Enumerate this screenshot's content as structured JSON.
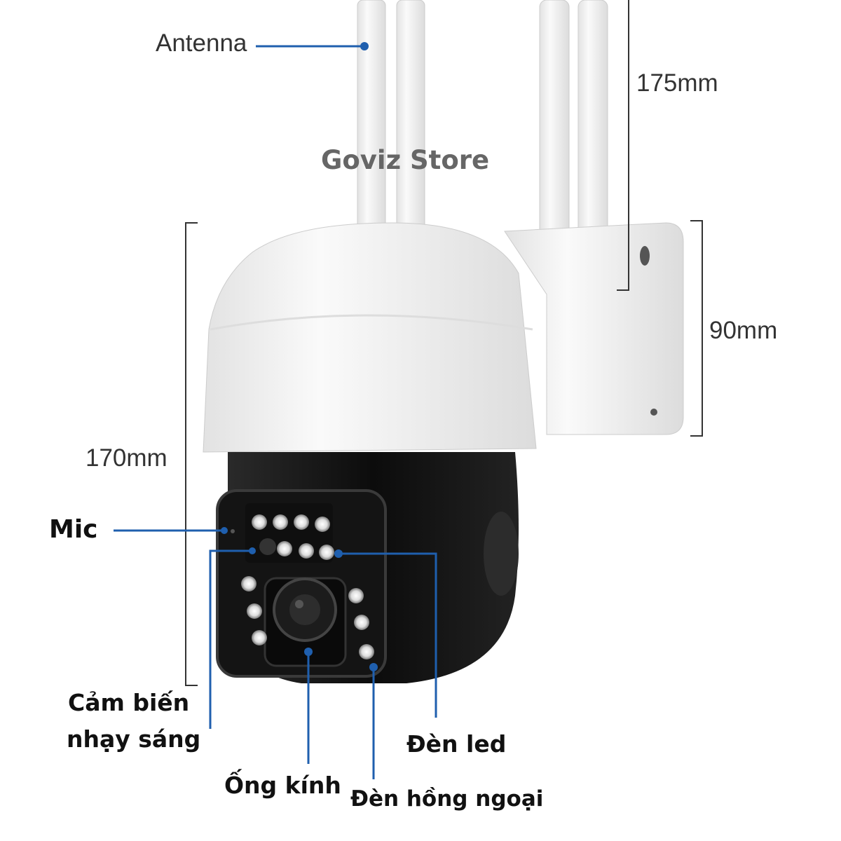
{
  "watermark": "Goviz Store",
  "dimensions": {
    "antenna_height": "175mm",
    "bracket_height": "90mm",
    "body_height": "170mm"
  },
  "labels": {
    "antenna": "Antenna",
    "mic": "Mic",
    "light_sensor_line1": "Cảm biến",
    "light_sensor_line2": "nhạy sáng",
    "lens": "Ống kính",
    "led": "Đèn led",
    "infrared": "Đèn hồng ngoại"
  },
  "colors": {
    "callout": "#1f5fae",
    "body": "#111111",
    "shell": "#f4f4f4"
  }
}
